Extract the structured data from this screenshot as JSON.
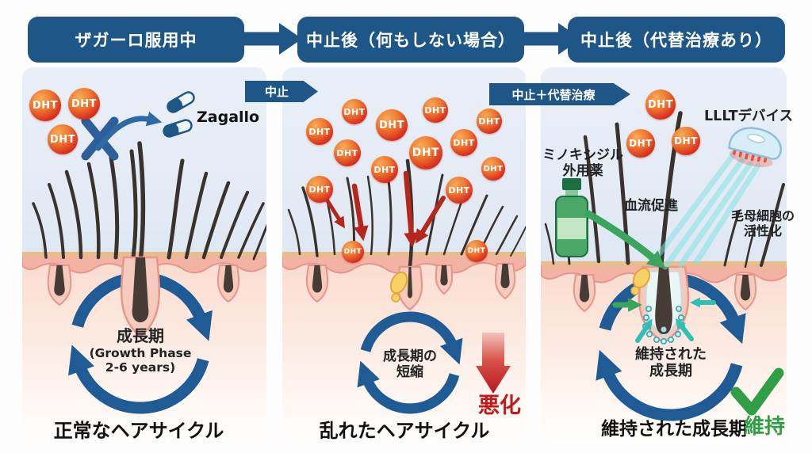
{
  "headers": [
    {
      "label": "ザガーロ服用中"
    },
    {
      "label": "中止後（何もしない場合）"
    },
    {
      "label": "中止後（代替治療あり）"
    }
  ],
  "badges": {
    "stop": "中止",
    "stop_plus": "中止＋代替治療"
  },
  "dht": {
    "label": "DHT",
    "molecules": [
      [
        57,
        133,
        40
      ],
      [
        106,
        131,
        40
      ],
      [
        79,
        176,
        38
      ],
      [
        447,
        141,
        32
      ],
      [
        403,
        166,
        34
      ],
      [
        494,
        158,
        40
      ],
      [
        549,
        139,
        32
      ],
      [
        617,
        153,
        32
      ],
      [
        438,
        193,
        34
      ],
      [
        537,
        193,
        42
      ],
      [
        585,
        180,
        34
      ],
      [
        485,
        214,
        34
      ],
      [
        622,
        213,
        30
      ],
      [
        403,
        239,
        34
      ],
      [
        579,
        240,
        34
      ],
      [
        445,
        318,
        28
      ],
      [
        601,
        317,
        28
      ],
      [
        833,
        132,
        38
      ],
      [
        808,
        181,
        36
      ],
      [
        865,
        178,
        36
      ]
    ]
  },
  "panel1": {
    "drug_label": "Zagallo",
    "cycle": {
      "line1": "成長期",
      "line2": "(Growth Phase",
      "line3": "2-6 years)"
    },
    "caption": "正常なヘアサイクル"
  },
  "panel2": {
    "cycle": {
      "line1": "成長期の",
      "line2": "短縮"
    },
    "worsening": "悪化",
    "caption": "乱れたヘアサイクル"
  },
  "panel3": {
    "minoxidil": {
      "line1": "ミノキシジル",
      "line2": "外用薬"
    },
    "blood_flow": "血流促進",
    "lllt": "LLLTデバイス",
    "hair_matrix": {
      "line1": "毛母細胞の",
      "line2": "活性化"
    },
    "cycle": {
      "line1": "維持された",
      "line2": "成長期"
    },
    "caption": "維持された成長期",
    "maintained": "維持"
  },
  "colors": {
    "header_bg": "#1e5687",
    "dht_red": "#d7281e",
    "cycle_blue": "#1f5b94",
    "alert_red": "#b5271d",
    "ok_green": "#2f9e44",
    "beam_teal": "#8fe3e3",
    "skin_pink": "#f2b2a4"
  }
}
